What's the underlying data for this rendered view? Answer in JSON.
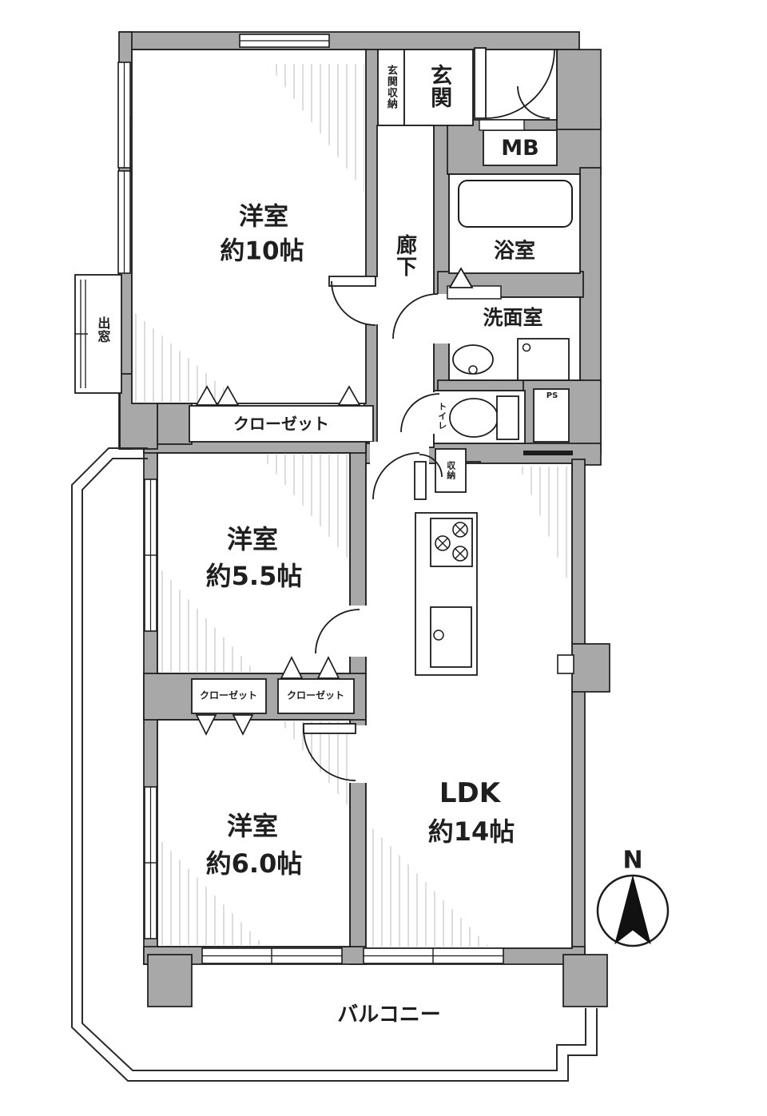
{
  "plan_type": "floor-plan",
  "colors": {
    "wall": "#a8a8a8",
    "line": "#1c1c1c",
    "hatch": "#c8c8c8",
    "floor": "#ffffff",
    "needle": "#111111"
  },
  "rooms": [
    {
      "name": "洋室",
      "size": "約10帖"
    },
    {
      "name": "洋室",
      "size": "約5.5帖"
    },
    {
      "name": "洋室",
      "size": "約6.0帖"
    },
    {
      "name": "LDK",
      "size": "約14帖"
    }
  ],
  "labels": {
    "entrance": "玄関",
    "entrance_storage": "玄関収納",
    "meter_box": "MB",
    "bathroom": "浴室",
    "washroom": "洗面室",
    "toilet": "トイレ",
    "pipe_space": "PS",
    "hallway": "廊下",
    "storage": "収納",
    "closet_main": "クローゼット",
    "closet_small_left": "クローゼット",
    "closet_small_right": "クローゼット",
    "bay_window": "出窓",
    "balcony": "バルコニー",
    "compass_north": "N"
  }
}
